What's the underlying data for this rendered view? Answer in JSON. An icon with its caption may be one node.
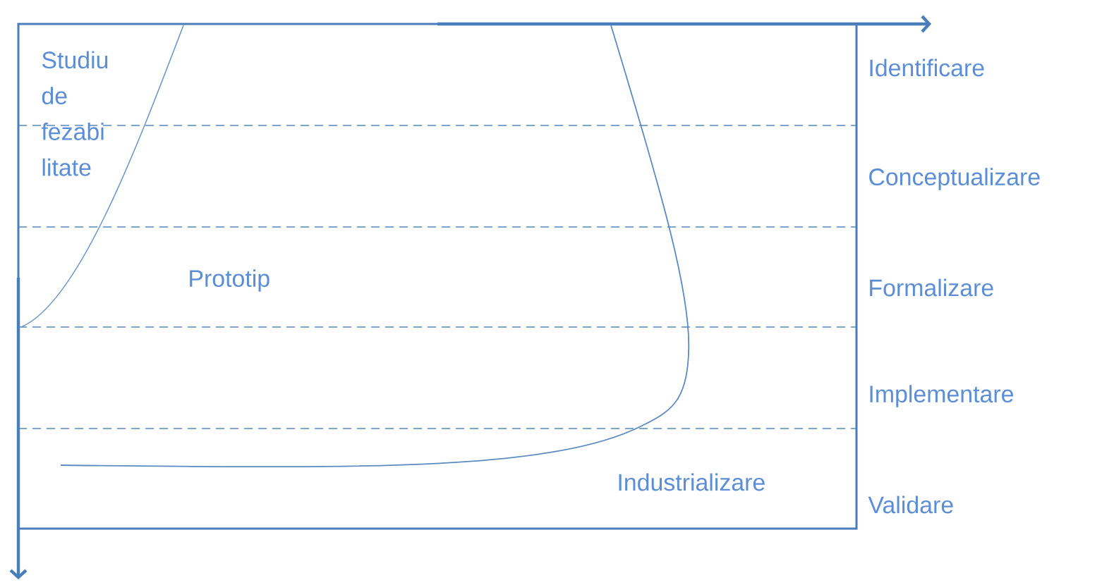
{
  "diagram": {
    "labels": [
      "Studiu de fezabi litate",
      "Prototip",
      "Industrializare",
      "Identificare",
      "Conceptualizare",
      "Formalizare",
      "Implementare",
      "Validare"
    ]
  }
}
